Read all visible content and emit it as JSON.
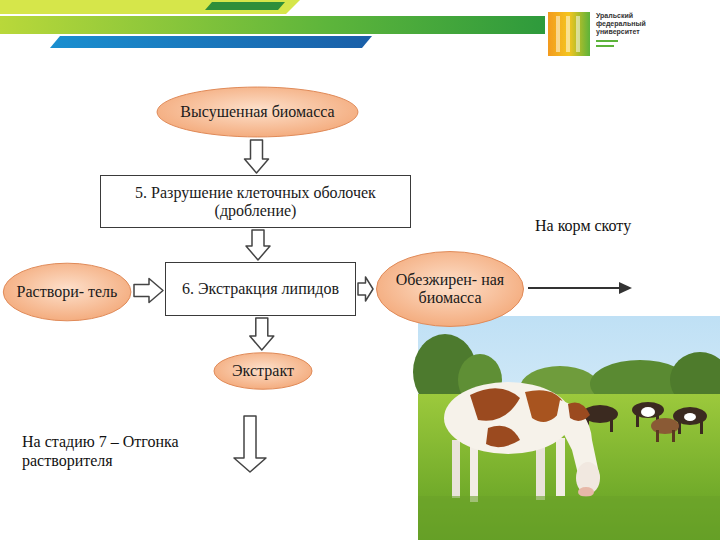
{
  "diagram": {
    "nodes": [
      {
        "text": [
          "Высушенная биомасса"
        ]
      },
      {
        "text": [
          "5. Разрушение клеточных оболочек (дробление)"
        ]
      },
      {
        "text": [
          "Раствори- тель"
        ]
      },
      {
        "text": [
          "6. Экстракция липидов"
        ]
      },
      {
        "text": [
          "Обезжирен- ная биомасса"
        ]
      },
      {
        "text": [
          "Экстракт"
        ]
      }
    ],
    "edges": [
      {
        "from": 0,
        "to": 1,
        "arrow": "to"
      },
      {
        "from": 1,
        "to": 3,
        "arrow": "to"
      },
      {
        "from": 2,
        "to": 3,
        "arrow": "to"
      },
      {
        "from": 3,
        "to": 4,
        "arrow": "to"
      },
      {
        "from": 3,
        "to": 5,
        "arrow": "to"
      }
    ],
    "labels": [
      "На корм скоту",
      "На стадию 7 – Отгонка растворителя",
      "Уральский федеральный университет"
    ]
  }
}
